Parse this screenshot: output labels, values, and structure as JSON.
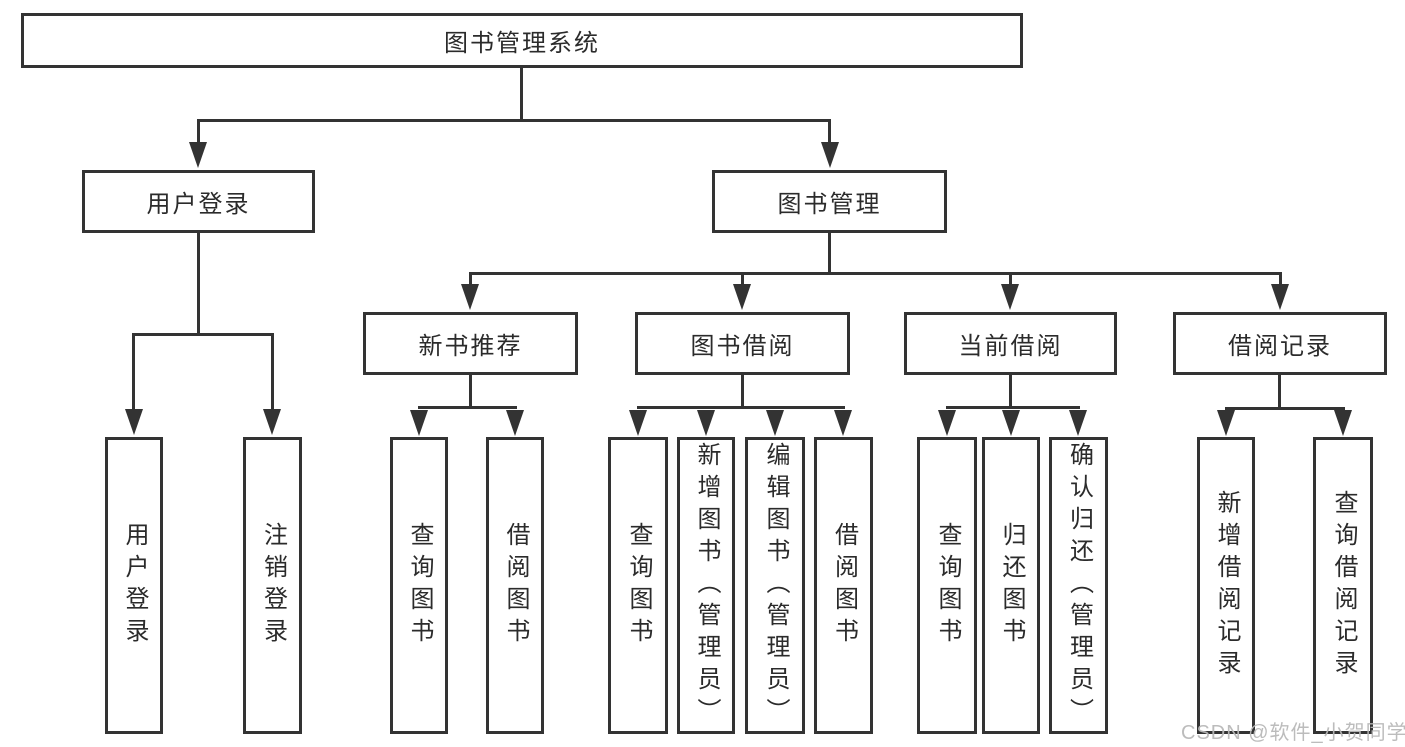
{
  "diagram": {
    "root": {
      "label": "图书管理系统"
    },
    "level2": [
      {
        "id": "user-login",
        "label": "用户登录"
      },
      {
        "id": "book-management",
        "label": "图书管理"
      }
    ],
    "level3": [
      {
        "id": "new-book-recommend",
        "label": "新书推荐"
      },
      {
        "id": "book-borrowing",
        "label": "图书借阅"
      },
      {
        "id": "current-borrowing",
        "label": "当前借阅"
      },
      {
        "id": "borrowing-records",
        "label": "借阅记录"
      }
    ],
    "leaves": [
      {
        "parent": "用户登录",
        "label": "用户登录"
      },
      {
        "parent": "用户登录",
        "label": "注销登录"
      },
      {
        "parent": "新书推荐",
        "label": "查询图书"
      },
      {
        "parent": "新书推荐",
        "label": "借阅图书"
      },
      {
        "parent": "图书借阅",
        "label": "查询图书"
      },
      {
        "parent": "图书借阅",
        "label": "新增图书（管理员）"
      },
      {
        "parent": "图书借阅",
        "label": "编辑图书（管理员）"
      },
      {
        "parent": "图书借阅",
        "label": "借阅图书"
      },
      {
        "parent": "当前借阅",
        "label": "查询图书"
      },
      {
        "parent": "当前借阅",
        "label": "归还图书"
      },
      {
        "parent": "当前借阅",
        "label": "确认归还（管理员）"
      },
      {
        "parent": "借阅记录",
        "label": "新增借阅记录"
      },
      {
        "parent": "借阅记录",
        "label": "查询借阅记录"
      }
    ]
  },
  "watermark": {
    "text": "CSDN @软件_小贺同学"
  },
  "colors": {
    "line": "#333333",
    "text": "#2b2b2b",
    "watermark": "#b9b9b9",
    "background": "#ffffff"
  }
}
